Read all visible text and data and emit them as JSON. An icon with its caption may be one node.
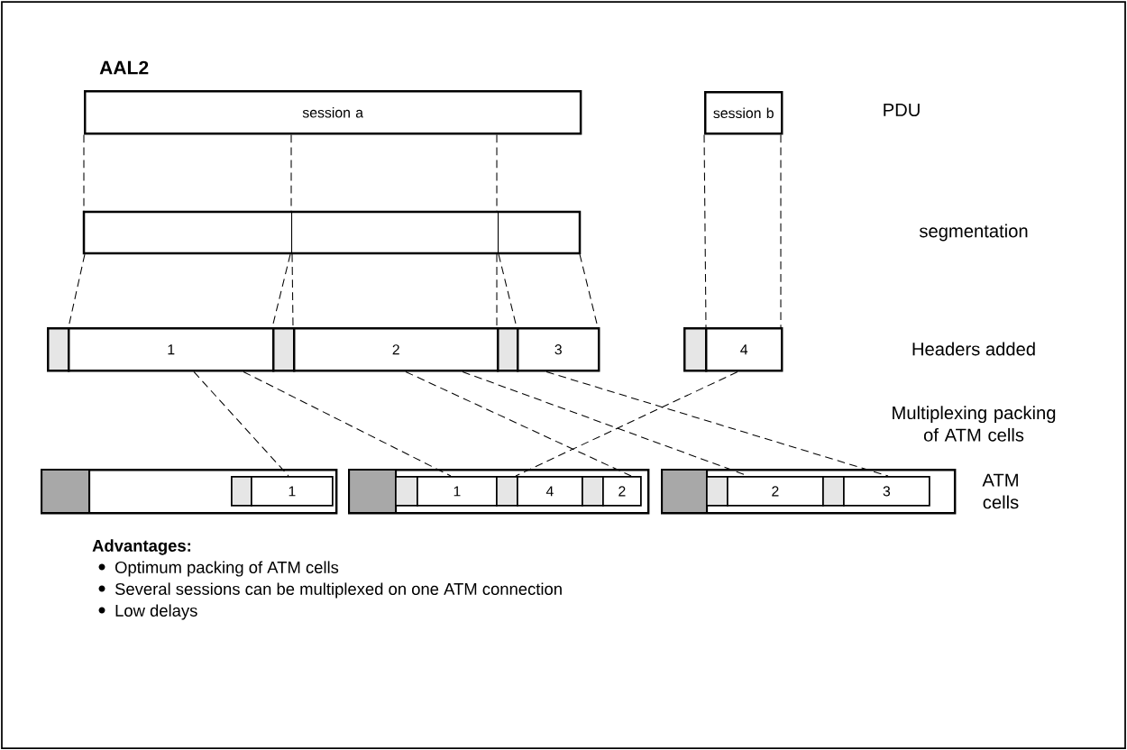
{
  "diagram": {
    "title": "AAL2",
    "nodes": [
      {
        "text": [
          "session a"
        ]
      },
      {
        "text": [
          "session b"
        ]
      },
      {
        "text": [],
        "shape": "box"
      },
      {
        "text": [],
        "shape": "box"
      },
      {
        "text": [],
        "shape": "box"
      },
      {
        "text": [],
        "shape": "box"
      },
      {
        "text": [
          "1"
        ]
      },
      {
        "text": [],
        "shape": "box"
      },
      {
        "text": [
          "2"
        ]
      },
      {
        "text": [],
        "shape": "box"
      },
      {
        "text": [
          "3"
        ]
      },
      {
        "text": [],
        "shape": "box"
      },
      {
        "text": [
          "4"
        ]
      },
      {
        "text": [],
        "shape": "box"
      },
      {
        "text": [],
        "shape": "box",
        "in": 13
      },
      {
        "text": [],
        "shape": "box",
        "in": 13
      },
      {
        "text": [
          "1"
        ],
        "in": 13
      },
      {
        "text": [],
        "shape": "box"
      },
      {
        "text": [],
        "shape": "box",
        "in": 17
      },
      {
        "text": [],
        "shape": "box",
        "in": 17
      },
      {
        "text": [
          "1"
        ],
        "in": 17
      },
      {
        "text": [],
        "shape": "box",
        "in": 17
      },
      {
        "text": [
          "4"
        ],
        "in": 17
      },
      {
        "text": [],
        "shape": "box",
        "in": 17
      },
      {
        "text": [
          "2"
        ],
        "in": 17
      },
      {
        "text": [],
        "shape": "box"
      },
      {
        "text": [],
        "shape": "box",
        "in": 25
      },
      {
        "text": [],
        "shape": "box",
        "in": 25
      },
      {
        "text": [
          "2"
        ],
        "in": 25
      },
      {
        "text": [],
        "shape": "box",
        "in": 25
      },
      {
        "text": [
          "3"
        ],
        "in": 25
      }
    ],
    "edges": [
      {
        "from": 0,
        "to": 2,
        "arrow": "none",
        "style": "dashed"
      },
      {
        "from": 0,
        "to": 3,
        "arrow": "none",
        "style": "dashed"
      },
      {
        "from": 0,
        "to": 4,
        "arrow": "none",
        "style": "dashed"
      },
      {
        "from": 1,
        "to": 12,
        "arrow": "none",
        "style": "dashed"
      },
      {
        "from": 1,
        "to": 12,
        "arrow": "none",
        "style": "dashed"
      },
      {
        "from": 2,
        "to": 6,
        "arrow": "none",
        "style": "dashed"
      },
      {
        "from": 2,
        "to": 6,
        "arrow": "none",
        "style": "dashed"
      },
      {
        "from": 3,
        "to": 8,
        "arrow": "none",
        "style": "dashed"
      },
      {
        "from": 3,
        "to": 8,
        "arrow": "none",
        "style": "dashed"
      },
      {
        "from": 4,
        "to": 10,
        "arrow": "none",
        "style": "dashed"
      },
      {
        "from": 4,
        "to": 10,
        "arrow": "none",
        "style": "dashed"
      },
      {
        "from": 6,
        "to": 16,
        "arrow": "none",
        "style": "dashed"
      },
      {
        "from": 6,
        "to": 20,
        "arrow": "none",
        "style": "dashed"
      },
      {
        "from": 8,
        "to": 24,
        "arrow": "none",
        "style": "dashed"
      },
      {
        "from": 8,
        "to": 28,
        "arrow": "none",
        "style": "dashed"
      },
      {
        "from": 10,
        "to": 30,
        "arrow": "none",
        "style": "dashed"
      },
      {
        "from": 12,
        "to": 22,
        "arrow": "none",
        "style": "dashed"
      }
    ],
    "labels": [
      "PDU",
      "segmentation",
      "Headers added",
      "Multiplexing packing of ATM cells",
      "ATM cells",
      "Advantages:",
      "Optimum packing of ATM cells",
      "Several sessions can be multiplexed on one ATM connection",
      "Low delays"
    ]
  }
}
